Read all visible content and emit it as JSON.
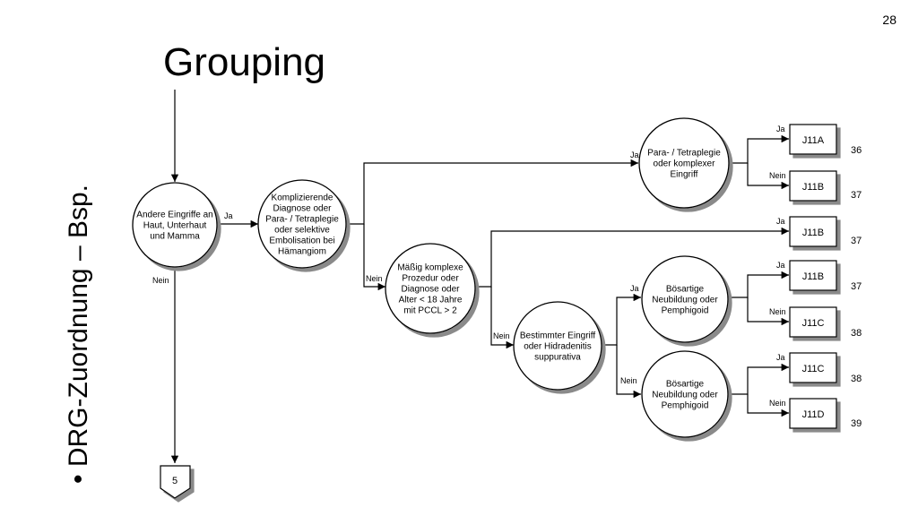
{
  "slide": {
    "page_number": "28",
    "title": "Grouping",
    "side_title": "• DRG-Zuordnung – Bsp."
  },
  "nodes": [
    {
      "id": "n1",
      "lines": [
        "Andere Eingriffe an",
        "Haut, Unterhaut",
        "und Mamma"
      ]
    },
    {
      "id": "n2",
      "lines": [
        "Komplizierende",
        "Diagnose oder",
        "Para- / Tetraplegie",
        "oder selektive",
        "Embolisation bei",
        "Hämangiom"
      ]
    },
    {
      "id": "n3",
      "lines": [
        "Para- / Tetraplegie",
        "oder komplexer",
        "Eingriff"
      ]
    },
    {
      "id": "n4",
      "lines": [
        "Mäßig komplexe",
        "Prozedur oder",
        "Diagnose oder",
        "Alter < 18 Jahre",
        "mit PCCL > 2"
      ]
    },
    {
      "id": "n5",
      "lines": [
        "Bestimmter Eingriff",
        "oder Hidradenitis",
        "suppurativa"
      ]
    },
    {
      "id": "n6",
      "lines": [
        "Bösartige",
        "Neubildung oder",
        "Pemphigoid"
      ]
    },
    {
      "id": "n7",
      "lines": [
        "Bösartige",
        "Neubildung oder",
        "Pemphigoid"
      ]
    }
  ],
  "drgs": [
    {
      "code": "J11A",
      "num": "36"
    },
    {
      "code": "J11B",
      "num": "37"
    },
    {
      "code": "J11B",
      "num": "37"
    },
    {
      "code": "J11B",
      "num": "37"
    },
    {
      "code": "J11C",
      "num": "38"
    },
    {
      "code": "J11C",
      "num": "38"
    },
    {
      "code": "J11D",
      "num": "39"
    }
  ],
  "labels": {
    "yes": "Ja",
    "no": "Nein"
  },
  "exit_connector": "5"
}
